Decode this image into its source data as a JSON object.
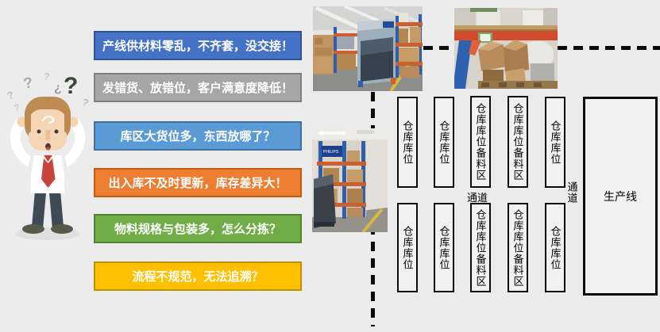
{
  "slide": {
    "background": "#ECECEC"
  },
  "character": {
    "name": "confused-businessman",
    "question_marks": [
      "?",
      "?",
      "?",
      "¿",
      "?",
      "?",
      "?"
    ]
  },
  "banners": [
    {
      "text": "产线供材料零乱，不齐套，没交接！",
      "color": "#4472C4",
      "border": "#2F5496"
    },
    {
      "text": "发错货、放错位，客户满意度降低！",
      "color": "#A6A6A6",
      "border": "#7F7F7F"
    },
    {
      "text": "库区大货位多，东西放哪了？",
      "color": "#5B9BD5",
      "border": "#41719C"
    },
    {
      "text": "出入库不及时更新，库存差异大！",
      "color": "#ED7D31",
      "border": "#C55A11"
    },
    {
      "text": "物料规格与包装多，怎么分拣？",
      "color": "#70AD47",
      "border": "#548235"
    },
    {
      "text": "流程不规范，无法追溯？",
      "color": "#FFC000",
      "border": "#BF9000"
    }
  ],
  "photos": {
    "philips_label": "PHILIPS"
  },
  "warehouse_layout": {
    "top_row": [
      "仓库库位",
      "仓库库位",
      "仓库库位备料区",
      "仓库库位备料区",
      "仓库库位"
    ],
    "bottom_row": [
      "仓库库位",
      "仓库库位",
      "仓库库位备料区",
      "仓库库位备料区",
      "仓库库位"
    ],
    "aisle_horizontal": "通道",
    "aisle_vertical": "通道",
    "production_line": "生产线"
  }
}
